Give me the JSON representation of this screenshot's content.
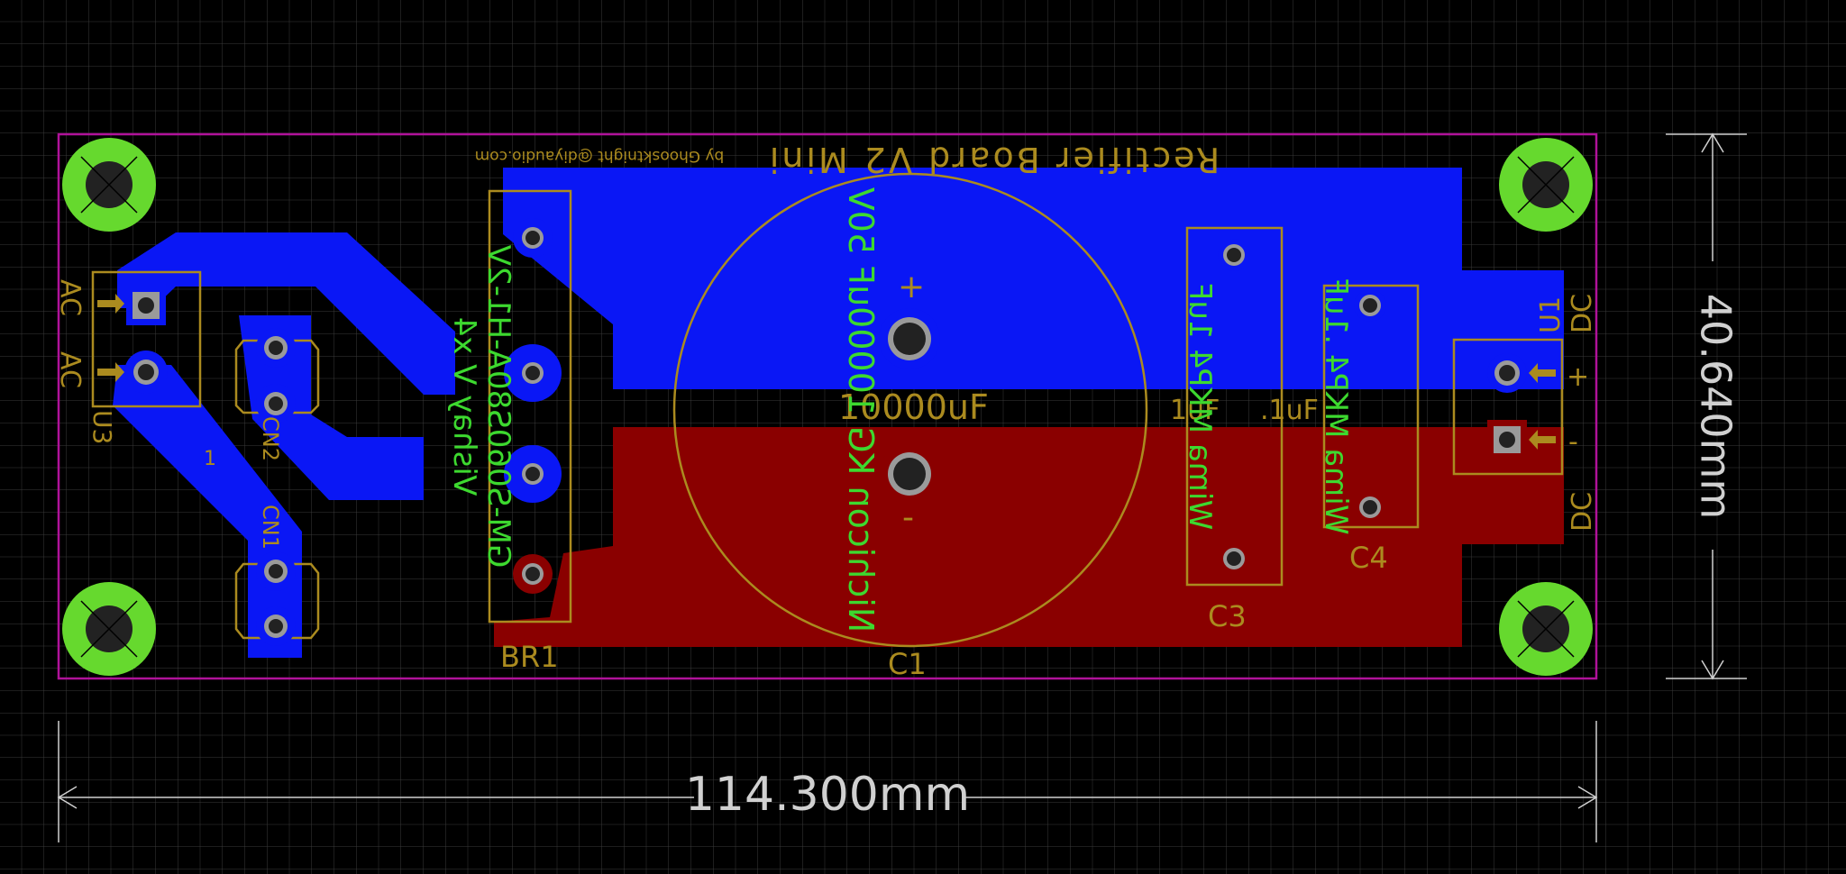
{
  "board": {
    "title_mirrored": "Rectifier Board V2 Mini",
    "credit_mirrored": "by Ghoosktnight  @diyaudio.com"
  },
  "dimensions": {
    "width_label": "114.300mm",
    "height_label": "40.640mm"
  },
  "components": {
    "br1": {
      "designator": "BR1",
      "value": "GM-S060S80A-H1-2V",
      "note": "Vishay V x4"
    },
    "c1": {
      "designator": "C1",
      "value": "10000uF",
      "body_text": "Nichicon KG 10000uF 50V",
      "plus": "+",
      "minus": "-"
    },
    "c3": {
      "designator": "C3",
      "value": "1uF",
      "body_text": "Wima MKP4 1uF"
    },
    "c4": {
      "designator": "C4",
      "value": ".1uF",
      "body_text": "Wima MKP4 .1uF"
    },
    "u1": {
      "designator": "U1",
      "dc_top": "DC",
      "dc_bottom": "DC",
      "plus": "+",
      "minus": "-"
    },
    "u3": {
      "designator": "U3",
      "ac1": "AC",
      "ac2": "AC"
    },
    "cn1": {
      "designator": "CN1"
    },
    "cn2": {
      "designator": "CN2"
    },
    "misc": {
      "mark": "1"
    }
  },
  "colors": {
    "background": "#000000",
    "grid": "#3a3a3a",
    "outline": "#b0129a",
    "top_copper": "#0a17f5",
    "bottom_copper": "#8a0000",
    "silkscreen": "#ab8b1f",
    "value_text": "#3dd92f",
    "mount_pad": "#66d92e",
    "dimension": "#d0d0d0"
  }
}
